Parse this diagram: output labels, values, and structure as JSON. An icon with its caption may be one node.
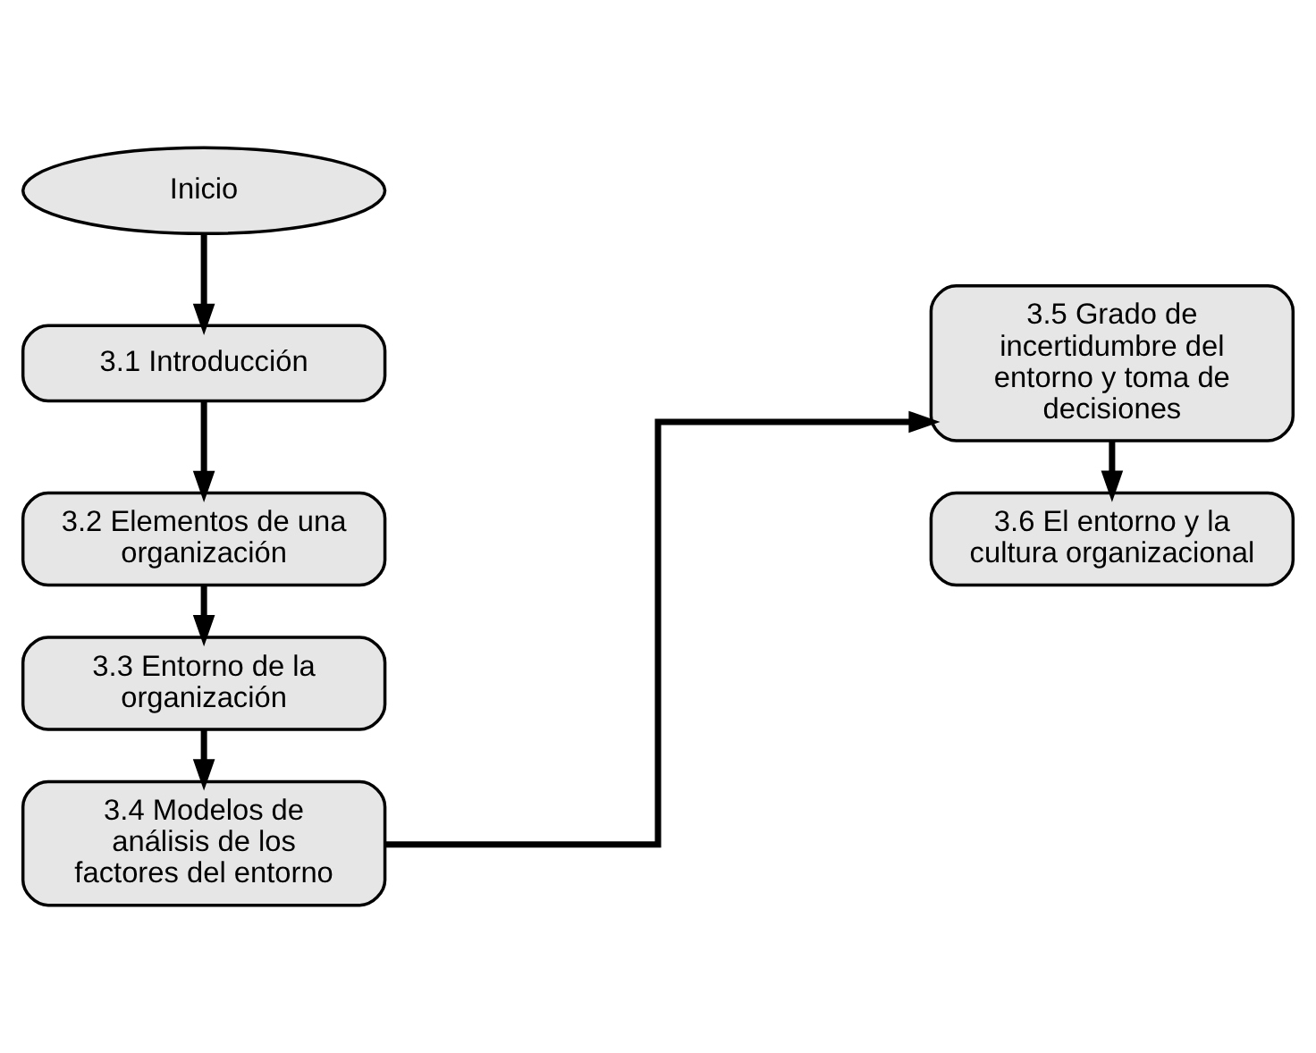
{
  "diagram": {
    "nodes": [
      {
        "text": [
          "Inicio"
        ]
      },
      {
        "text": [
          "3.1 Introducción"
        ]
      },
      {
        "text": [
          "3.2 Elementos de una organización"
        ]
      },
      {
        "text": [
          "3.3 Entorno de la organización"
        ]
      },
      {
        "text": [
          "3.4 Modelos de análisis de los factores del entorno"
        ]
      },
      {
        "text": [
          "3.5 Grado de incertidumbre del entorno y toma de decisiones"
        ]
      },
      {
        "text": [
          "3.6 El entorno y la cultura organizacional"
        ]
      }
    ],
    "edges": [
      {
        "from": 0,
        "to": 1,
        "arrow": "to"
      },
      {
        "from": 1,
        "to": 2,
        "arrow": "to"
      },
      {
        "from": 2,
        "to": 3,
        "arrow": "to"
      },
      {
        "from": 3,
        "to": 4,
        "arrow": "to"
      },
      {
        "from": 4,
        "to": 5,
        "arrow": "to"
      },
      {
        "from": 5,
        "to": 6,
        "arrow": "to"
      }
    ]
  }
}
